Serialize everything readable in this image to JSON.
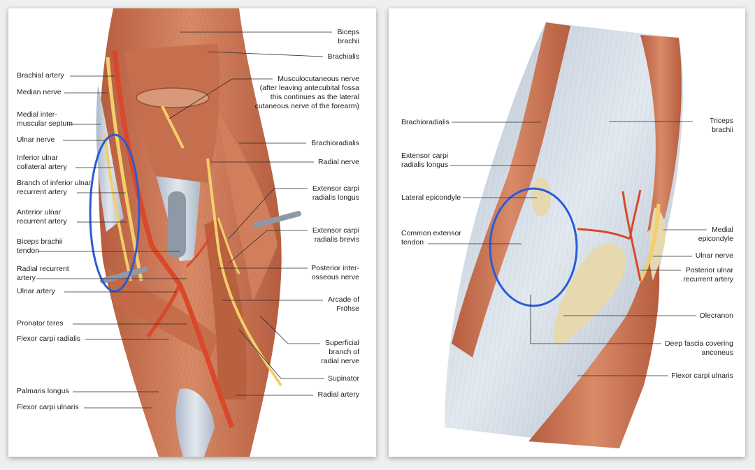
{
  "colors": {
    "muscle": "#c8704f",
    "muscle_dark": "#a9533a",
    "muscle_light": "#dd9473",
    "tendon": "#c9d2dd",
    "nerve": "#f2cf6a",
    "artery": "#d9482b",
    "bone": "#e6d9b0",
    "highlight": "#2a5bd7"
  },
  "left_figure": {
    "labels_left": [
      {
        "lines": [
          "Brachial artery"
        ]
      },
      {
        "lines": [
          "Median nerve"
        ]
      },
      {
        "lines": [
          "Medial inter-",
          "muscular septum"
        ]
      },
      {
        "lines": [
          "Ulnar nerve"
        ]
      },
      {
        "lines": [
          "Inferior ulnar",
          "collateral artery"
        ]
      },
      {
        "lines": [
          "Branch of inferior ulnar",
          "recurrent artery"
        ]
      },
      {
        "lines": [
          "Anterior ulnar",
          "recurrent artery"
        ]
      },
      {
        "lines": [
          "Biceps brachii",
          "tendon"
        ]
      },
      {
        "lines": [
          "Radial recurrent",
          "artery"
        ]
      },
      {
        "lines": [
          "Ulnar artery"
        ]
      },
      {
        "lines": [
          "Pronator teres"
        ]
      },
      {
        "lines": [
          "Flexor carpi radialis"
        ]
      },
      {
        "lines": [
          "Palmaris longus"
        ]
      },
      {
        "lines": [
          "Flexor carpi ulnaris"
        ]
      }
    ],
    "labels_right": [
      {
        "lines": [
          "Biceps",
          "brachii"
        ]
      },
      {
        "lines": [
          "Brachialis"
        ]
      },
      {
        "lines": [
          "Musculocutaneous nerve",
          "(after leaving antecubital fossa",
          "this continues as the lateral",
          "cutaneous nerve of the forearm)"
        ]
      },
      {
        "lines": [
          "Brachioradialis"
        ]
      },
      {
        "lines": [
          "Radial nerve"
        ]
      },
      {
        "lines": [
          "Extensor carpi",
          "radialis longus"
        ]
      },
      {
        "lines": [
          "Extensor carpi",
          "radialis brevis"
        ]
      },
      {
        "lines": [
          "Posterior inter-",
          "osseous nerve"
        ]
      },
      {
        "lines": [
          "Arcade of",
          "Fröhse"
        ]
      },
      {
        "lines": [
          "Superficial",
          "branch of",
          "radial nerve"
        ]
      },
      {
        "lines": [
          "Supinator"
        ]
      },
      {
        "lines": [
          "Radial artery"
        ]
      }
    ]
  },
  "right_figure": {
    "labels_left": [
      {
        "lines": [
          "Brachioradialis"
        ]
      },
      {
        "lines": [
          "Extensor carpi",
          "radialis longus"
        ]
      },
      {
        "lines": [
          "Lateral epicondyle"
        ]
      },
      {
        "lines": [
          "Common extensor",
          "tendon"
        ]
      }
    ],
    "labels_right": [
      {
        "lines": [
          "Triceps",
          "brachii"
        ]
      },
      {
        "lines": [
          "Medial",
          "epicondyle"
        ]
      },
      {
        "lines": [
          "Ulnar nerve"
        ]
      },
      {
        "lines": [
          "Posterior ulnar",
          "recurrent artery"
        ]
      },
      {
        "lines": [
          "Olecranon"
        ]
      },
      {
        "lines": [
          "Deep fascia covering",
          "anconeus"
        ]
      },
      {
        "lines": [
          "Flexor carpi ulnaris"
        ]
      }
    ]
  }
}
